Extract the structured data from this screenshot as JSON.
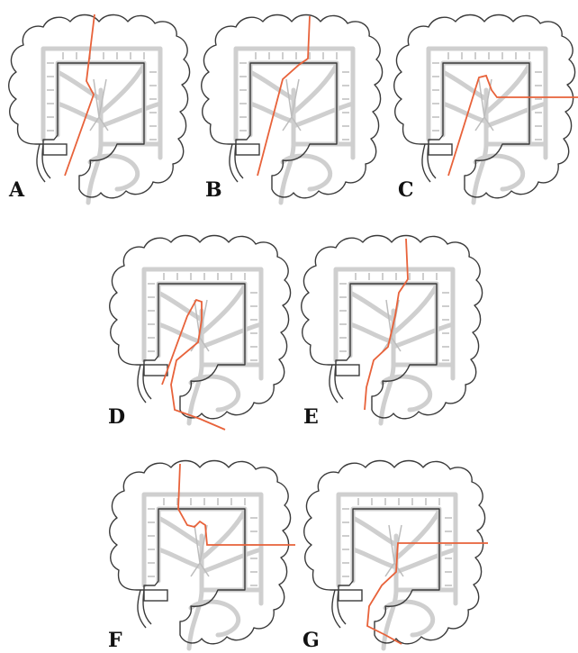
{
  "panels": [
    {
      "label": "A"
    },
    {
      "label": "B"
    },
    {
      "label": "C"
    },
    {
      "label": "D"
    },
    {
      "label": "E"
    },
    {
      "label": "F"
    },
    {
      "label": "G"
    }
  ],
  "colors": {
    "colon_outline": "#3a3a3a",
    "vessel": "#cfcfcf",
    "resection_line": "#e8623a",
    "label": "#111111"
  }
}
